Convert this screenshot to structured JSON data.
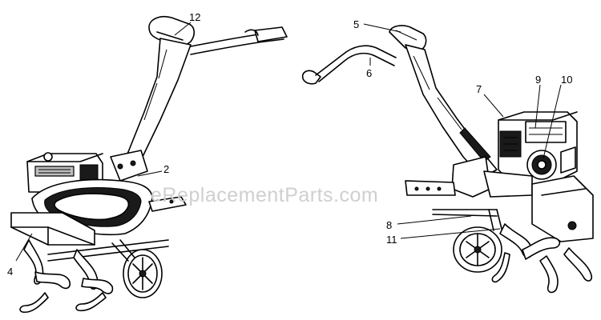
{
  "watermark": "eReplacementParts.com",
  "callouts": {
    "c12": "12",
    "c2": "2",
    "c4": "4",
    "c5": "5",
    "c6": "6",
    "c7": "7",
    "c9": "9",
    "c10": "10",
    "c8": "8",
    "c11": "11"
  }
}
